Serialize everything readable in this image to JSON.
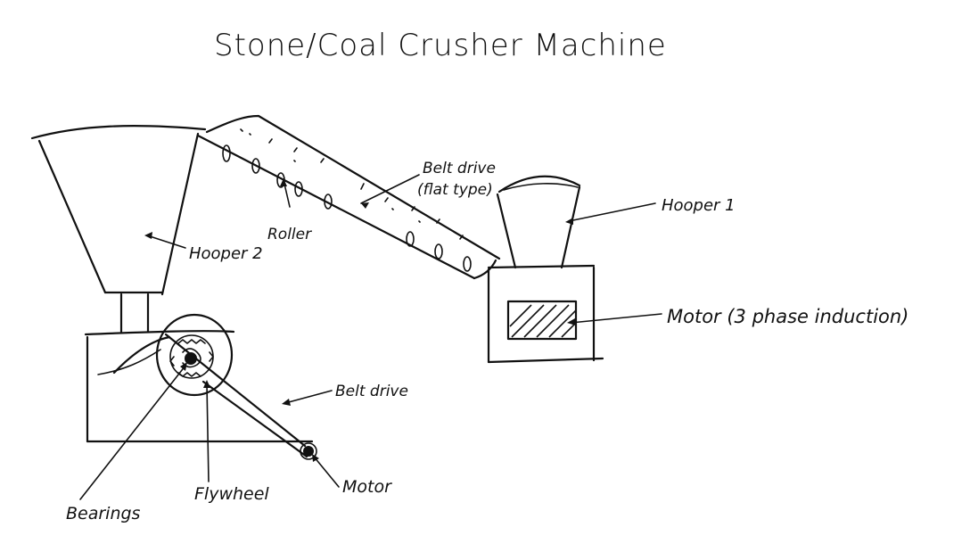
{
  "diagram": {
    "title": "Stone/Coal Crusher Machine",
    "labels": {
      "belt_drive_flat": "Belt drive",
      "belt_drive_flat_sub": "(flat type)",
      "roller": "Roller",
      "hopper2": "Hooper 2",
      "hopper1": "Hooper 1",
      "motor_3phase": "Motor (3 phase induction)",
      "belt_drive": "Belt drive",
      "motor": "Motor",
      "flywheel": "Flywheel",
      "bearings": "Bearings"
    }
  }
}
